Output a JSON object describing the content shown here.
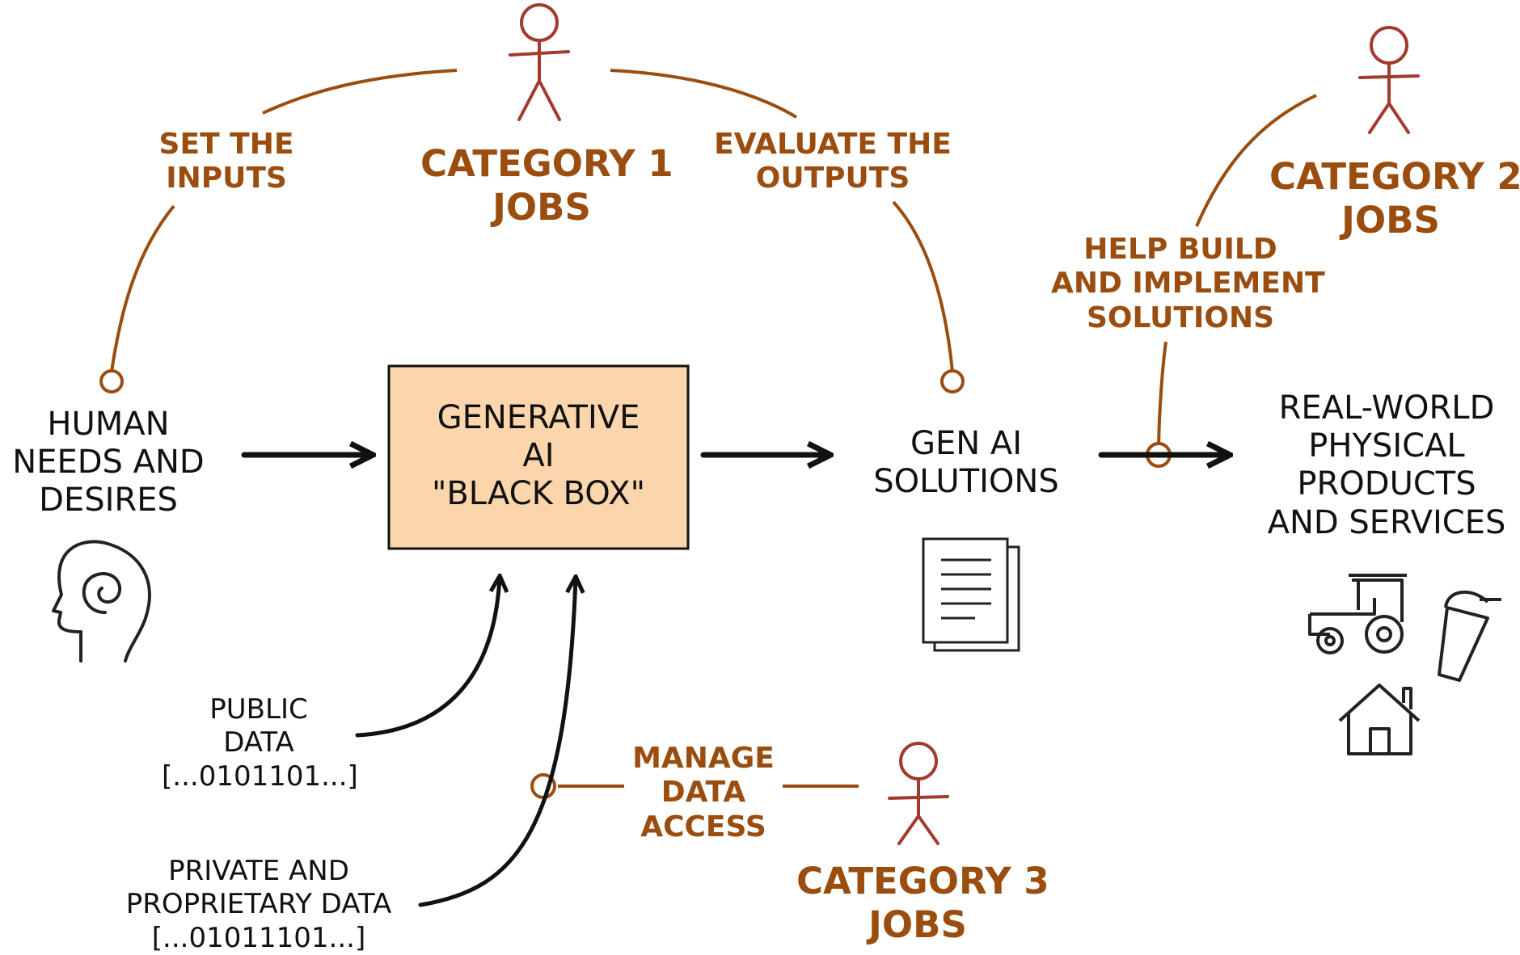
{
  "colors": {
    "accent_brown": "#9a4d0e",
    "figure_red": "#a33a2e",
    "box_fill": "#fbd5ac",
    "ink": "#111111"
  },
  "flow": {
    "human_needs": [
      "HUMAN",
      "NEEDS AND",
      "DESIRES"
    ],
    "black_box": [
      "GENERATIVE",
      "AI",
      "\"BLACK BOX\""
    ],
    "gen_ai_solutions": [
      "GEN AI",
      "SOLUTIONS"
    ],
    "real_world": [
      "REAL-WORLD",
      "PHYSICAL",
      "PRODUCTS",
      "AND SERVICES"
    ]
  },
  "data_sources": {
    "public": [
      "PUBLIC",
      "DATA",
      "[...0101101...]"
    ],
    "private": [
      "PRIVATE AND",
      "PROPRIETARY DATA",
      "[...01011101...]"
    ]
  },
  "categories": {
    "cat1": [
      "CATEGORY 1",
      "JOBS"
    ],
    "cat2": [
      "CATEGORY 2",
      "JOBS"
    ],
    "cat3": [
      "CATEGORY 3",
      "JOBS"
    ]
  },
  "actions": {
    "set_inputs": [
      "SET THE",
      "INPUTS"
    ],
    "evaluate_outputs": [
      "EVALUATE THE",
      "OUTPUTS"
    ],
    "help_build": [
      "HELP BUILD",
      "AND IMPLEMENT",
      "SOLUTIONS"
    ],
    "manage_data": [
      "MANAGE",
      "DATA",
      "ACCESS"
    ]
  },
  "icons": [
    "head-spiral-icon",
    "documents-icon",
    "tractor-icon",
    "drink-cup-icon",
    "house-icon",
    "stick-figure-icon"
  ]
}
